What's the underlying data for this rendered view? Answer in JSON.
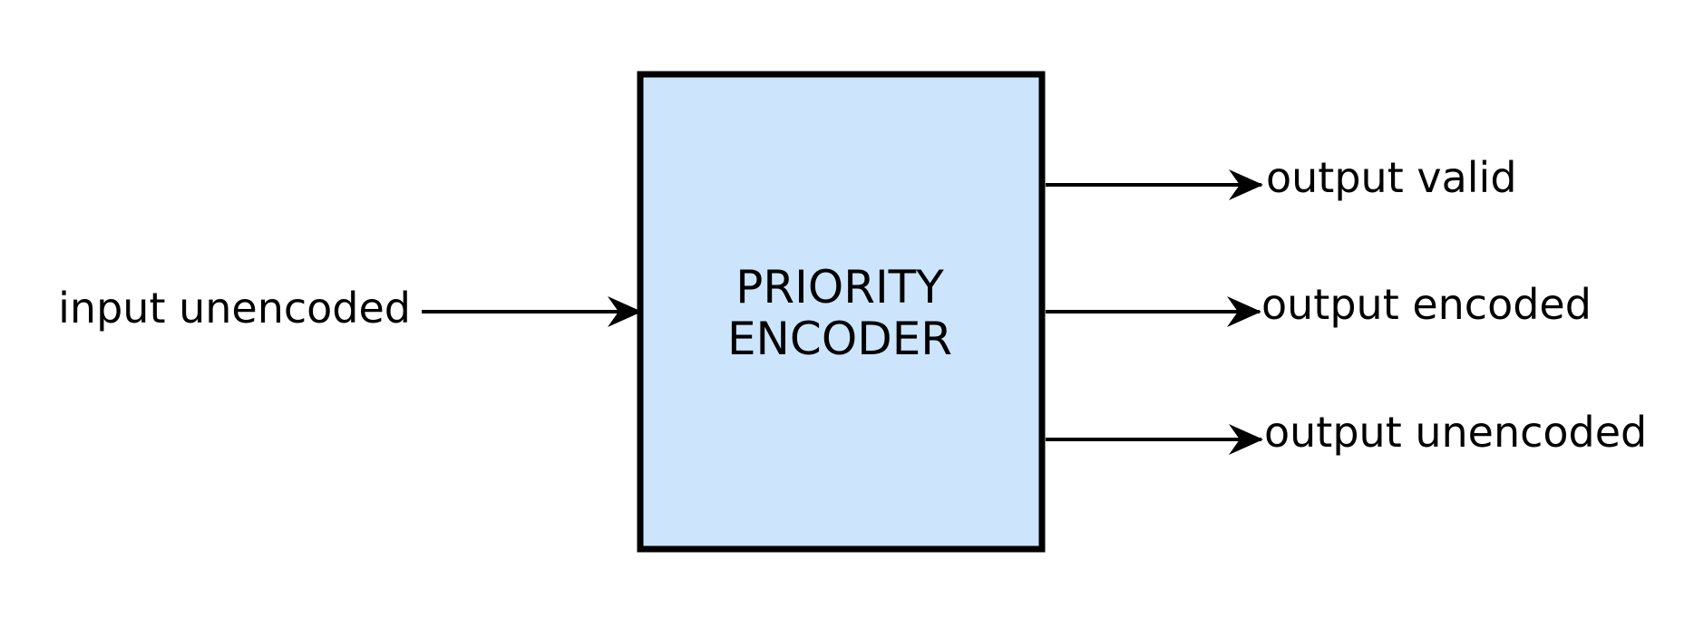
{
  "block": {
    "line1": "PRIORITY",
    "line2": "ENCODER",
    "fill_color": "#cce5fc",
    "border_color": "#000000"
  },
  "input": {
    "label": "input unencoded"
  },
  "outputs": [
    {
      "label": "output valid"
    },
    {
      "label": "output encoded"
    },
    {
      "label": "output unencoded"
    }
  ]
}
